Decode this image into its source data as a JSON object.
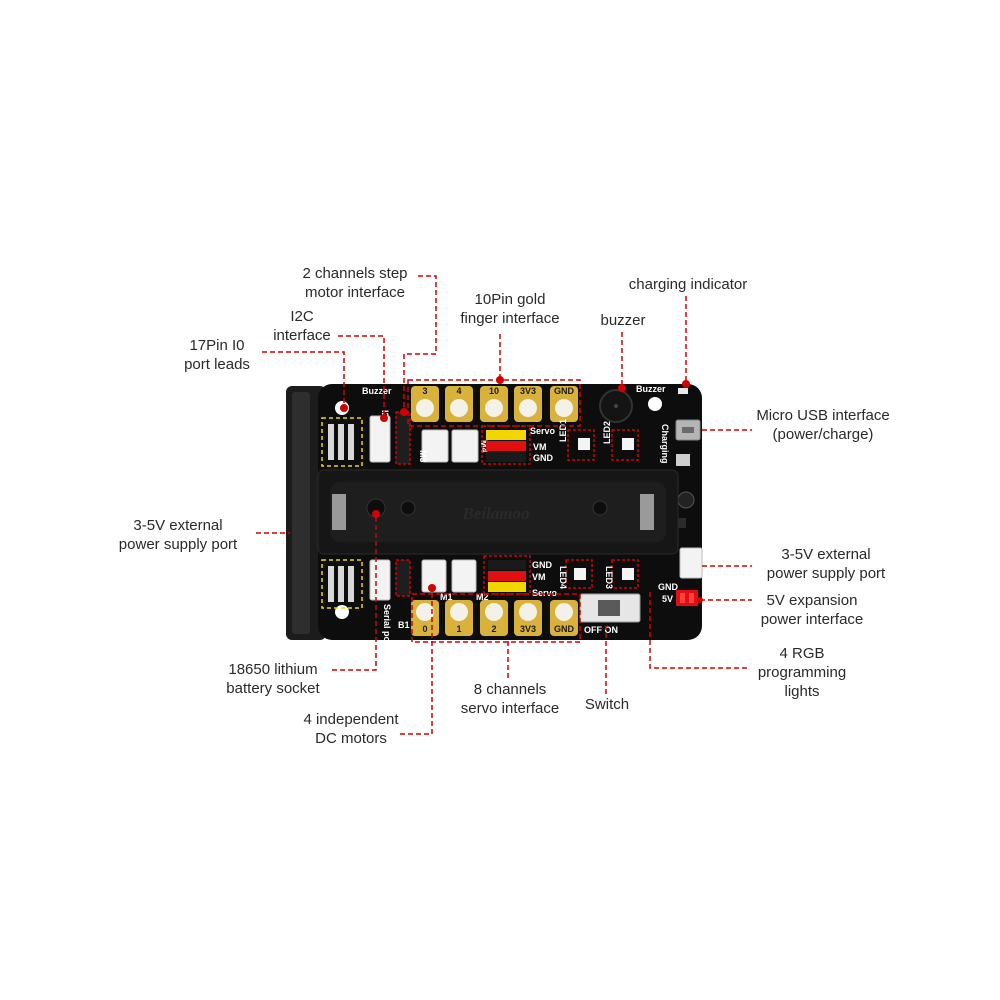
{
  "colors": {
    "pcb": "#0d0d0d",
    "gold": "#d9b23c",
    "callout_line": "#d40000",
    "label_text": "#2a2a2a",
    "header_yellow": "#f2d600",
    "header_red": "#e01010"
  },
  "callouts": {
    "stepper": [
      "2 channels step",
      "motor interface"
    ],
    "gold_finger": [
      "10Pin gold",
      "finger interface"
    ],
    "buzzer": [
      "buzzer"
    ],
    "charging": [
      "charging indicator"
    ],
    "i2c": [
      "I2C",
      "interface"
    ],
    "io_leads": [
      "17Pin I0",
      "port leads"
    ],
    "usb": [
      "Micro USB interface",
      "(power/charge)"
    ],
    "ext_power_left": [
      "3-5V external",
      "power supply port"
    ],
    "ext_power_right": [
      "3-5V external",
      "power supply port"
    ],
    "expansion_5v": [
      "5V expansion",
      "power interface"
    ],
    "rgb": [
      "4 RGB",
      "programming",
      "lights"
    ],
    "battery": [
      "18650 lithium",
      "battery socket"
    ],
    "servo": [
      "8 channels",
      "servo interface"
    ],
    "switch": [
      "Switch"
    ],
    "dc_motors": [
      "4 independent",
      "DC motors"
    ]
  },
  "board": {
    "top_pads": [
      "3",
      "4",
      "10",
      "3V3",
      "GND"
    ],
    "bottom_pads": [
      "0",
      "1",
      "2",
      "3V3",
      "GND"
    ],
    "brand": "Beilamoo",
    "silk": {
      "buzzer": "Buzzer",
      "i2c": "I2C",
      "servo_top": "Servo",
      "servo_bottom": "Servo",
      "led1": "LED1",
      "led2": "LED2",
      "led3": "LED3",
      "led4": "LED4",
      "m1": "M1",
      "m2": "M2",
      "m3": "M3",
      "m4": "M4",
      "charging": "Charging",
      "serial_port": "Serial port",
      "gnd": "GND",
      "v5": "5V",
      "vm": "VM",
      "b1": "B1",
      "off_on": "OFF    ON"
    }
  }
}
